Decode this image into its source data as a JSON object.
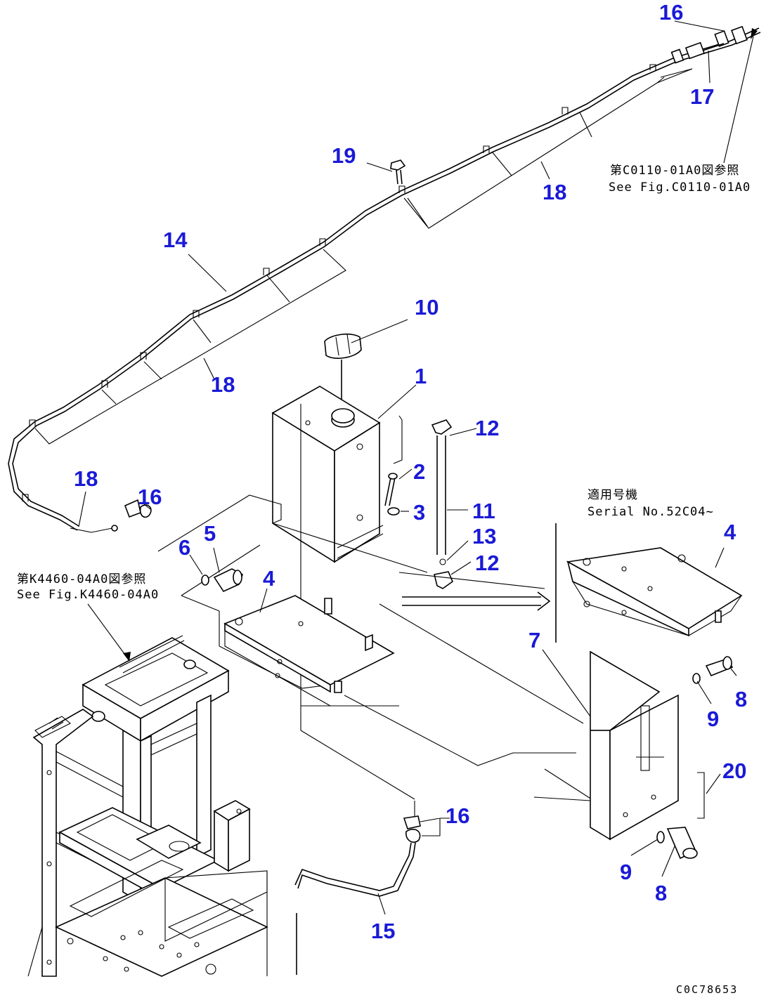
{
  "callouts": [
    {
      "key": "c16a",
      "label": "16"
    },
    {
      "key": "c17",
      "label": "17"
    },
    {
      "key": "c19",
      "label": "19"
    },
    {
      "key": "c18a",
      "label": "18"
    },
    {
      "key": "c14",
      "label": "14"
    },
    {
      "key": "c10",
      "label": "10"
    },
    {
      "key": "c18b",
      "label": "18"
    },
    {
      "key": "c1",
      "label": "1"
    },
    {
      "key": "c12a",
      "label": "12"
    },
    {
      "key": "c18c",
      "label": "18"
    },
    {
      "key": "c16b",
      "label": "16"
    },
    {
      "key": "c2",
      "label": "2"
    },
    {
      "key": "c3",
      "label": "3"
    },
    {
      "key": "c11",
      "label": "11"
    },
    {
      "key": "c5",
      "label": "5"
    },
    {
      "key": "c6",
      "label": "6"
    },
    {
      "key": "c13",
      "label": "13"
    },
    {
      "key": "c12b",
      "label": "12"
    },
    {
      "key": "c4a",
      "label": "4"
    },
    {
      "key": "c4b",
      "label": "4"
    },
    {
      "key": "c7",
      "label": "7"
    },
    {
      "key": "c8a",
      "label": "8"
    },
    {
      "key": "c9a",
      "label": "9"
    },
    {
      "key": "c20",
      "label": "20"
    },
    {
      "key": "c16c",
      "label": "16"
    },
    {
      "key": "c9b",
      "label": "9"
    },
    {
      "key": "c8b",
      "label": "8"
    },
    {
      "key": "c15",
      "label": "15"
    }
  ],
  "notes": {
    "ref_top_jp": "第C0110-01A0図参照",
    "ref_top_en": "See Fig.C0110-01A0",
    "ref_left_jp": "第K4460-04A0図参照",
    "ref_left_en": "See Fig.K4460-04A0",
    "serial_jp": "適用号機",
    "serial_en": "Serial No.52C04~"
  },
  "drawing_code": "C0C78653"
}
